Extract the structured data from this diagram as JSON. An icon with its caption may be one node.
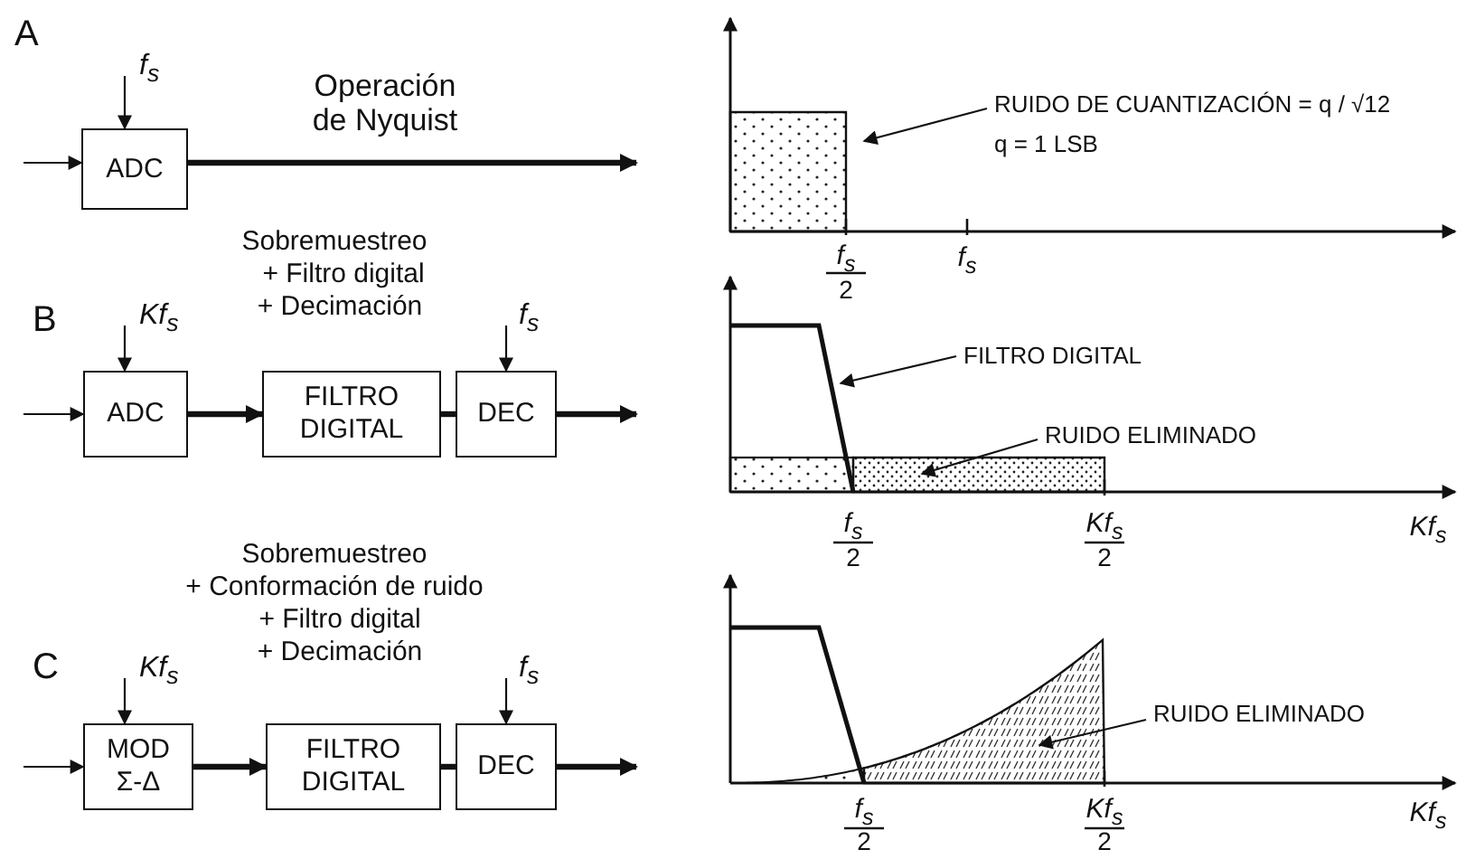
{
  "diagram": {
    "nodes": [
      {
        "text": [
          "ADC"
        ]
      },
      {
        "text": [
          "ADC"
        ]
      },
      {
        "text": [
          "FILTRO DIGITAL"
        ]
      },
      {
        "text": [
          "DEC"
        ]
      },
      {
        "text": [
          "MOD Σ-Δ"
        ]
      },
      {
        "text": [
          "FILTRO DIGITAL"
        ]
      },
      {
        "text": [
          "DEC"
        ]
      },
      {
        "text": [
          "RUIDO DE CUANTIZACIÓN = q / √12",
          "q = 1 LSB"
        ]
      },
      {
        "text": [
          "FILTRO DIGITAL"
        ]
      },
      {
        "text": [
          "RUIDO ELIMINADO"
        ]
      },
      {
        "text": [
          "RUIDO ELIMINADO"
        ]
      },
      {
        "text": [],
        "shape": "box"
      },
      {
        "text": [],
        "shape": "line"
      },
      {
        "text": [],
        "shape": "box"
      },
      {
        "text": [],
        "shape": "area"
      }
    ],
    "edges": [
      {
        "from": null,
        "to": 0,
        "arrow": "to"
      },
      {
        "from": null,
        "to": 0,
        "arrow": "to",
        "label": "f$_{s}$"
      },
      {
        "from": 0,
        "to": null,
        "arrow": "to",
        "style": "thick"
      },
      {
        "from": null,
        "to": 1,
        "arrow": "to"
      },
      {
        "from": null,
        "to": 1,
        "arrow": "to",
        "label": "Kf$_{s}$"
      },
      {
        "from": 1,
        "to": 2,
        "arrow": "to",
        "style": "thick"
      },
      {
        "from": 2,
        "to": 3,
        "arrow": "none",
        "style": "thick"
      },
      {
        "from": null,
        "to": 3,
        "arrow": "to",
        "label": "f$_{s}$"
      },
      {
        "from": 3,
        "to": null,
        "arrow": "to",
        "style": "thick"
      },
      {
        "from": null,
        "to": 4,
        "arrow": "to"
      },
      {
        "from": null,
        "to": 4,
        "arrow": "to",
        "label": "Kf$_{s}$"
      },
      {
        "from": 4,
        "to": 5,
        "arrow": "to",
        "style": "thick"
      },
      {
        "from": 5,
        "to": 6,
        "arrow": "none",
        "style": "thick"
      },
      {
        "from": null,
        "to": 6,
        "arrow": "to",
        "label": "f$_{s}$"
      },
      {
        "from": 6,
        "to": null,
        "arrow": "to",
        "style": "thick"
      },
      {
        "from": 7,
        "to": 11,
        "arrow": "to"
      },
      {
        "from": 8,
        "to": 12,
        "arrow": "to"
      },
      {
        "from": 9,
        "to": 13,
        "arrow": "to"
      },
      {
        "from": 10,
        "to": 14,
        "arrow": "to"
      }
    ],
    "labels": [
      "A",
      "Operación de Nyquist",
      "Sobremuestreo",
      "+ Filtro digital",
      "+ Decimación",
      "B",
      "Sobremuestreo",
      "+ Conformación de ruido",
      "+ Filtro digital",
      "+ Decimación",
      "C",
      "f$_{s}$",
      "2",
      "f$_{s}$",
      "f$_{s}$",
      "2",
      "Kf$_{s}$",
      "2",
      "Kf$_{s}$",
      "f$_{s}$",
      "2",
      "Kf$_{s}$",
      "2",
      "Kf$_{s}$"
    ]
  }
}
